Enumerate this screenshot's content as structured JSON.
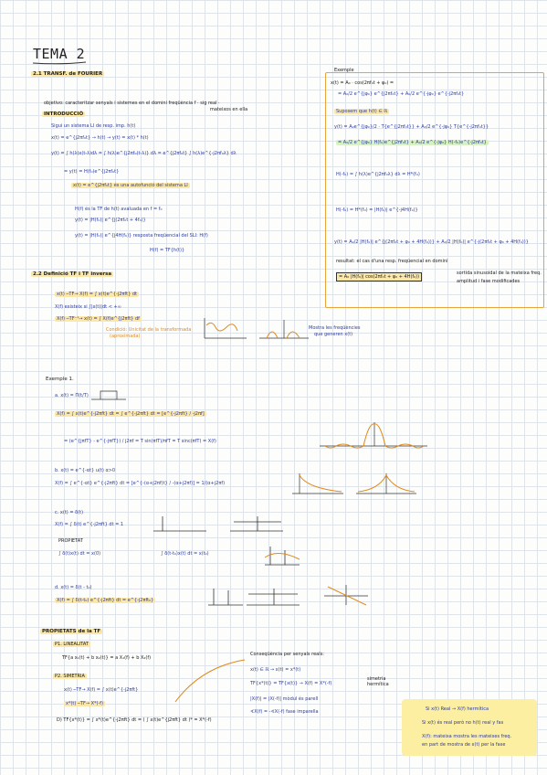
{
  "title": "TEMA 2",
  "s21": "2.1 TRANSF. de FOURIER",
  "objetivo": "objetivo: caracteritzar senyals i sistemes en el domini freqüència f · sig real ·",
  "objetivo2": "mateixos en ella",
  "intro": "INTRODUCCIÓ",
  "intro1": "Sigui un sistema LI de resp. imp. h(t)",
  "intro2": "x(t) = e^{j2πf₀t} → h(t) → y(t) = x(t) * h(t)",
  "intro3": "y(t) = ∫ h(λ)x(t-λ)dλ = ∫ h(λ)e^{j2πf₀(t-λ)} dλ = e^{j2πf₀t} ∫ h(λ)e^{-j2πf₀λ} dλ",
  "intro4": "= y(t) = H(f₀)e^{j2πf₀t}",
  "autofun": "x(t) = e^{j2πf₀t}   és una autofunció del sistema LI",
  "intro5": "H(f) és la TF de h(t) avaluada en f = f₀",
  "intro6": "y(t) = |H(f₀)| e^{j(2πf₀t + 4f₀)}",
  "intro7": "y(t) = |H(f₀)| e^{j4H(f₀)}    resposta freqüencial del SLI: H(f)",
  "intro8": "H(f) = TF{h(t)}",
  "s22": "2.2 Definició TF i TF inversa",
  "d1": "x(t) ─TF→ X(f) = ∫ x(t)e^{-j2πft} dt",
  "d2": "X(f) existeix si ∫|x(t)|dt < +∞",
  "d3": "X(f) ─TF⁻¹→ x(t) = ∫ X(f)e^{j2πft} df",
  "d4": "Condició: Unicitat de la transformada",
  "d5": "(aproximada)",
  "d6": "Mostra les freqüències",
  "d7": "que generen x(t)",
  "ex1": "Exemple 1.",
  "e1a": "a. x(t) = Π(t/T)",
  "e1b": "X(f) = ∫ x(t)e^{-j2πft} dt = ∫ e^{-j2πft} dt = [e^{-j2πft} / -j2πf]",
  "e1c": "= (e^{jπfT} - e^{-jπfT}) / j2πf = T sin(πfT)/πfT = T sinc(πfT) = X(f)",
  "e1d": "b. x(t) = e^{-αt} u(t)   α>0",
  "e1e": "X(f) = ∫ e^{-αt} e^{-j2πft} dt = [e^{-(α+j2πf)t} / -(α+j2πf)] = 1/(α+j2πf)",
  "e1f": "c. x(t) = δ(t)",
  "e1g": "X(f) = ∫ δ(t) e^{-j2πft} dt = 1",
  "e1h": "PROPIETAT",
  "e1i": "∫ δ(t)x(t) dt = x(0)",
  "e1j": "∫ δ(t-t₀)x(t) dt = x(t₀)",
  "e1k": "d. x(t) = δ(t - t₀)",
  "e1l": "X(f) = ∫ δ(t-t₀) e^{-j2πft} dt = e^{-j2πft₀}",
  "prop": "PROPIETATS de la TF",
  "p1": "P1. LINEALITAT",
  "p1a": "TF{a x₁(t) + b x₂(t)} = a X₁(f) + b X₂(f)",
  "p2": "P2. SIMETRIA",
  "p2a": "x(t) ─TF→ X(f) = ∫ x(t)e^{-j2πft}",
  "p2b": "x*(t) ─TF→ X*(-f)",
  "p2c": "D) TF{x*(t)} = ∫ x*(t)e^{-j2πft} dt = ( ∫ x(t)e^{j2πft} dt )* = X*(-f)",
  "p2d": "Conseqüència per senyals reals:",
  "p2e": "x(t) ∈ ℝ → x(t) = x*(t)",
  "p2f": "TF{x*(t)} = TF{x(t)} → X(f) = X*(-f)",
  "p2g": "simetria hermítica",
  "p2h": "|X(f)| = |X(-f)|  mòdul és parell",
  "p2i": "∢X(f) = -∢X(-f)  fase imparella",
  "ex2": "Exemple",
  "x1": "x(t) = A₀ · cos(2πf₀t + φ₀) =",
  "x2": "= A₀/2 e^{jφ₀} e^{j2πf₀t} + A₀/2 e^{-jφ₀} e^{-j2πf₀t}",
  "x3": "Suposem que  h(t) ∈ ℝ",
  "x4": "y(t) = A₀e^{jφ₀}/2 · T{e^{j2πf₀t}} + A₀/2 e^{-jφ₀} T{e^{-j2πf₀t}}",
  "x5": "= A₀/2 e^{jφ₀} H(f₀)e^{j2πf₀t} + A₀/2 e^{-jφ₀} H(-f₀)e^{-j2πf₀t}",
  "x6": "H(-f₀) = ∫ h(λ)e^{j2πf₀λ} dλ = H*(f₀)",
  "x7": "H(-f₀) = H*(f₀) = |H(f₀)| e^{-j4H(f₀)}",
  "x8": "y(t) = A₀/2 |H(f₀)| e^{j(2πf₀t + φ₀ + 4H(f₀))} + A₀/2 |H(f₀)| e^{-j(2πf₀t + φ₀ + 4H(f₀))}",
  "x9": "resultat: el cas d'una resp. freqüencial en domini",
  "x10": "= A₀ |H(f₀)| cos(2πf₀t + φ₀ + 4H(f₀))",
  "x11": "sortida sinusoidal de la mateixa freq.",
  "x12": "amplitud i fase modificades",
  "n1": "Si x(t) Real → X(f) hermítica",
  "n2": "Si x(t) és real però no h(t) real y fas",
  "n3": "X(f): mateixa mostra les mateixes freq.",
  "n4": "en part de mostra de x(t) per la fase"
}
